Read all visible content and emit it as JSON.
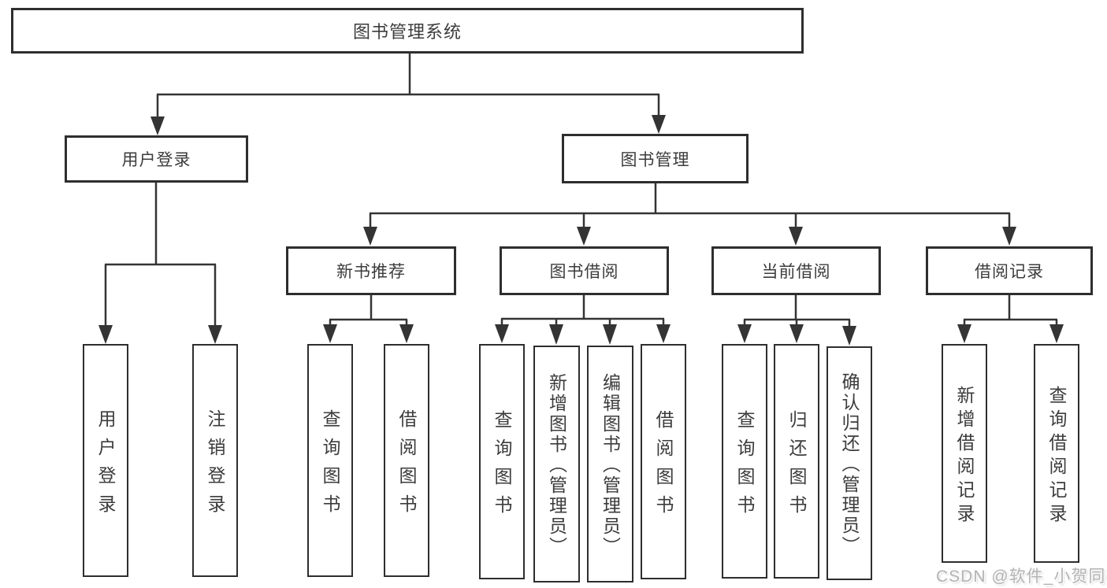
{
  "diagram": {
    "type": "tree",
    "root": {
      "label": "图书管理系统"
    },
    "branches": [
      {
        "label": "用户登录",
        "children": [
          {
            "label": "用户登录"
          },
          {
            "label": "注销登录"
          }
        ]
      },
      {
        "label": "图书管理",
        "children": [
          {
            "label": "新书推荐",
            "children": [
              {
                "label": "查询图书"
              },
              {
                "label": "借阅图书"
              }
            ]
          },
          {
            "label": "图书借阅",
            "children": [
              {
                "label": "查询图书"
              },
              {
                "label": "新增图书（管理员）"
              },
              {
                "label": "编辑图书（管理员）"
              },
              {
                "label": "借阅图书"
              }
            ]
          },
          {
            "label": "当前借阅",
            "children": [
              {
                "label": "查询图书"
              },
              {
                "label": "归还图书"
              },
              {
                "label": "确认归还（管理员）"
              }
            ]
          },
          {
            "label": "借阅记录",
            "children": [
              {
                "label": "新增借阅记录"
              },
              {
                "label": "查询借阅记录"
              }
            ]
          }
        ]
      }
    ],
    "watermark": {
      "text": "CSDN @软件_小贺同学",
      "color": "#b3b3b3"
    },
    "colors": {
      "line": "#343434",
      "box_border": "#2e2e2e",
      "text": "#3c3c3c",
      "background": "#ffffff"
    }
  }
}
